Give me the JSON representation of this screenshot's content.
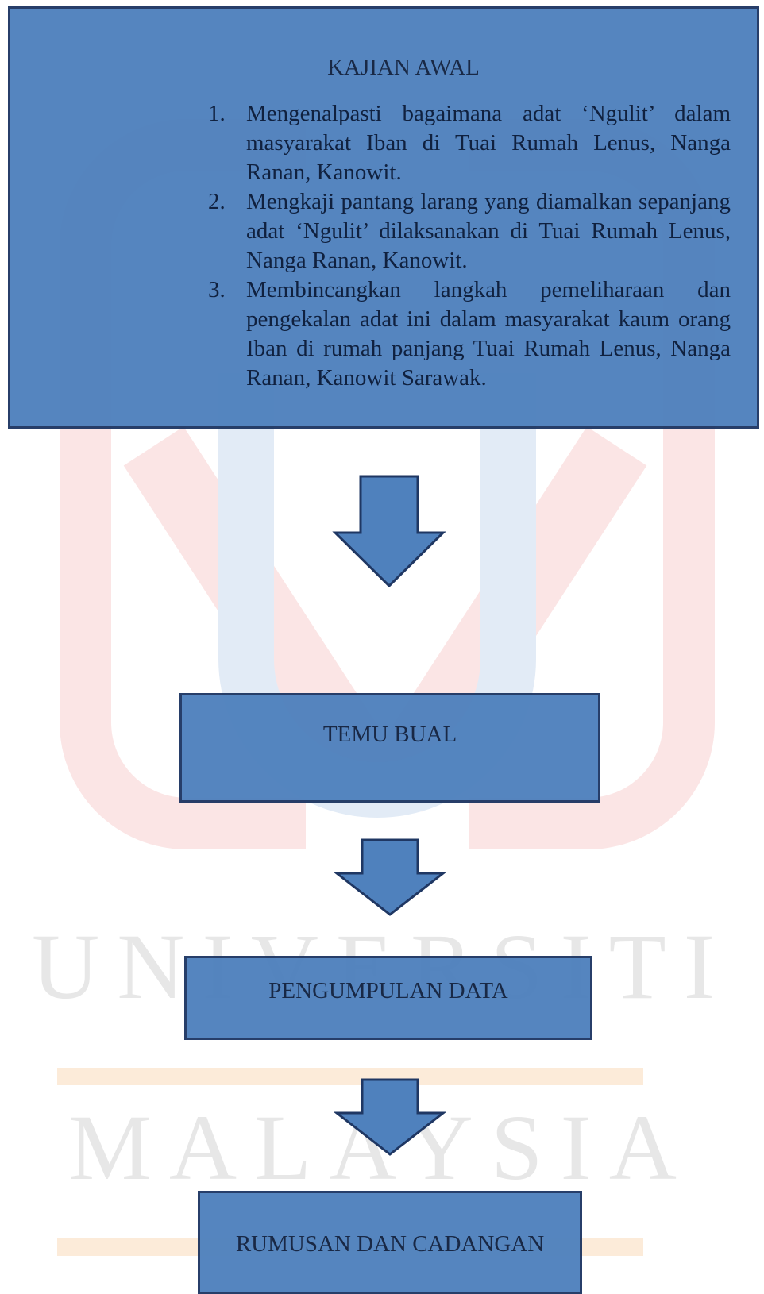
{
  "watermark": {
    "line1": "UNIVERSITI",
    "line2": "MALAYSIA"
  },
  "colors": {
    "box_fill": "#4f81bd",
    "box_border": "#1f3763",
    "text": "#10213f"
  },
  "flow": {
    "kajian_awal": {
      "title": "KAJIAN AWAL",
      "items": [
        {
          "number": "1.",
          "text": "Mengenalpasti bagaimana adat ‘Ngulit’ dalam masyarakat Iban di Tuai Rumah Lenus, Nanga Ranan, Kanowit."
        },
        {
          "number": "2.",
          "text": "Mengkaji pantang larang yang diamalkan sepanjang adat ‘Ngulit’ dilaksanakan di Tuai Rumah Lenus, Nanga Ranan, Kanowit."
        },
        {
          "number": "3.",
          "text": "Membincangkan langkah pemeliharaan dan pengekalan adat ini dalam masyarakat kaum orang Iban di rumah panjang Tuai Rumah Lenus, Nanga Ranan, Kanowit Sarawak."
        }
      ]
    },
    "temu_bual": {
      "title": "TEMU BUAL"
    },
    "pengumpulan_data": {
      "title": "PENGUMPULAN DATA"
    },
    "rumusan": {
      "title": "RUMUSAN DAN CADANGAN"
    }
  }
}
